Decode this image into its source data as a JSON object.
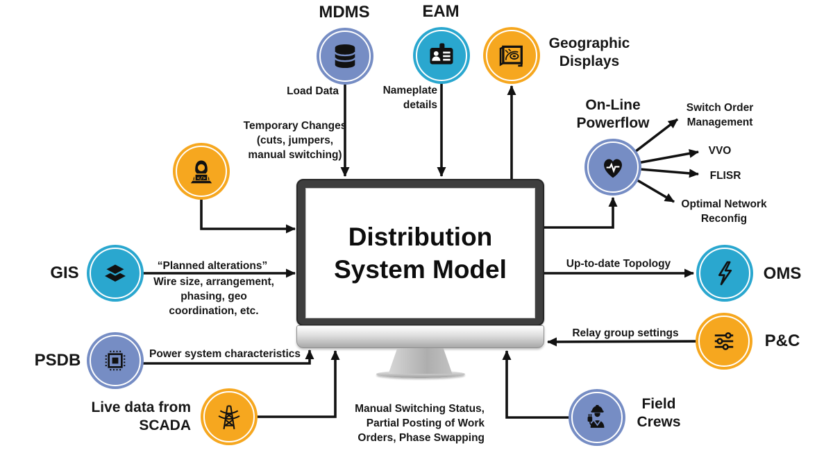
{
  "colors": {
    "periwinkle": "#768DC4",
    "cyan": "#2AA7CF",
    "orange": "#F6A71F",
    "ink": "#111111"
  },
  "center": {
    "title": "Distribution\nSystem Model"
  },
  "nodes": {
    "mdms": {
      "label": "MDMS",
      "icon": "database-icon",
      "color": "periwinkle"
    },
    "eam": {
      "label": "EAM",
      "icon": "id-card-icon",
      "color": "cyan"
    },
    "geographic_displays": {
      "label": "Geographic\nDisplays",
      "icon": "map-icon",
      "color": "orange"
    },
    "operator": {
      "label": "",
      "icon": "developer-icon",
      "color": "orange"
    },
    "gis": {
      "label": "GIS",
      "icon": "layers-icon",
      "color": "cyan"
    },
    "psdb": {
      "label": "PSDB",
      "icon": "chip-icon",
      "color": "periwinkle"
    },
    "scada": {
      "label": "Live data from\nSCADA",
      "icon": "transmission-tower-icon",
      "color": "orange"
    },
    "online_powerflow": {
      "label": "On-Line\nPowerflow",
      "icon": "heart-pulse-icon",
      "color": "periwinkle"
    },
    "oms": {
      "label": "OMS",
      "icon": "lightning-icon",
      "color": "cyan"
    },
    "pnc": {
      "label": "P&C",
      "icon": "sliders-icon",
      "color": "orange"
    },
    "field_crews": {
      "label": "Field\nCrews",
      "icon": "worker-icon",
      "color": "periwinkle"
    }
  },
  "flows": {
    "load_data": "Load Data",
    "nameplate_details": "Nameplate\ndetails",
    "temporary_changes": "Temporary Changes\n(cuts, jumpers,\nmanual switching)",
    "planned_alterations": "“Planned alterations”",
    "planned_alterations_detail": "Wire size, arrangement,\nphasing, geo\ncoordination, etc.",
    "power_system_characteristics": "Power system characteristics",
    "manual_switching": "Manual Switching Status,\nPartial Posting of Work\nOrders, Phase Swapping",
    "up_to_date_topology": "Up-to-date Topology",
    "relay_group_settings": "Relay group settings"
  },
  "powerflow_outputs": [
    "Switch Order\nManagement",
    "VVO",
    "FLISR",
    "Optimal Network\nReconfig"
  ]
}
